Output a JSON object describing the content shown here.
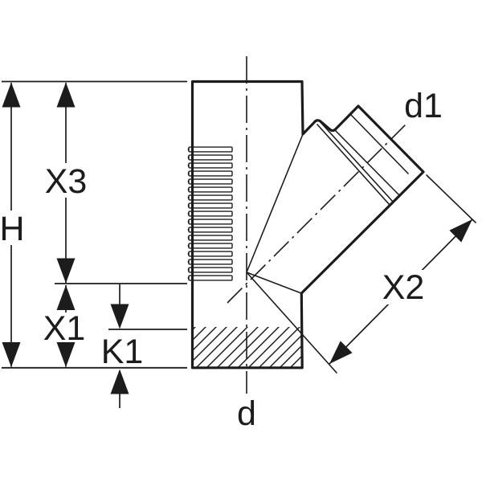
{
  "colors": {
    "ink": "#1c1c1c",
    "background": "#ffffff"
  },
  "diagram": {
    "labels": {
      "H": "H",
      "X3": "X3",
      "X1": "X1",
      "K1": "K1",
      "X2": "X2",
      "d": "d",
      "d1": "d1"
    }
  }
}
